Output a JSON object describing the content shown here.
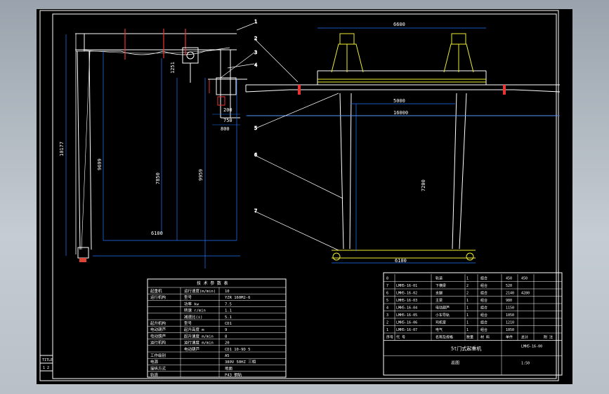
{
  "drawing": {
    "side_view": {
      "dims": {
        "total_height": "10177",
        "inner_height": "9699",
        "span_height": "7850",
        "right_height": "9959",
        "bottom_width": "6100",
        "top_1": "1251"
      },
      "small_dims": [
        "200",
        "750",
        "800"
      ]
    },
    "front_view": {
      "dims": {
        "top_span": "6600",
        "mid_1": "5000",
        "mid_2": "16000",
        "leg_height": "7200",
        "bottom_width": "6100"
      }
    },
    "callouts": [
      "1",
      "2",
      "3",
      "4",
      "5",
      "6",
      "7"
    ],
    "spec_table": {
      "title": "技 术 参 数 表",
      "rows": [
        {
          "a": "起重机",
          "b": "运行速度(m/min)",
          "c": "10"
        },
        {
          "a": "运行机构",
          "b": "型号",
          "c": "YZR 160M2-6"
        },
        {
          "a": "",
          "b": "功率 kw",
          "c": "7.5"
        },
        {
          "a": "",
          "b": "转速 r/min",
          "c": "1.1"
        },
        {
          "a": "",
          "b": "减速比(i)",
          "c": "5.1"
        },
        {
          "a": "起升机构",
          "b": "型号",
          "c": "CD1"
        },
        {
          "a": "电动葫芦",
          "b": "起升高度 m",
          "c": "9"
        },
        {
          "a": "电动葫芦",
          "b": "起升速度 m/min",
          "c": "8"
        },
        {
          "a": "运行机构",
          "b": "运行速度 m/min",
          "c": "20"
        },
        {
          "a": "",
          "b": "电动葫芦",
          "c": "CD1 10-9D 5"
        },
        {
          "a": "工作级别",
          "b": "",
          "c": "A5"
        },
        {
          "a": "电源",
          "b": "",
          "c": "380V 50HZ 三相"
        },
        {
          "a": "操纵方式",
          "b": "",
          "c": "地面"
        },
        {
          "a": "轨道",
          "b": "",
          "c": "P43 钢轨"
        }
      ]
    },
    "parts_table": {
      "rows": [
        {
          "no": "8",
          "code": "",
          "name": "轨道",
          "qty": "1",
          "mat": "组合",
          "w1": "450",
          "w2": "450"
        },
        {
          "no": "7",
          "code": "LMH5-16-01",
          "name": "下横梁",
          "qty": "2",
          "mat": "组合",
          "w1": "520",
          "w2": ""
        },
        {
          "no": "6",
          "code": "LMH5-16-02",
          "name": "支腿",
          "qty": "2",
          "mat": "组合",
          "w1": "2140",
          "w2": "4280"
        },
        {
          "no": "5",
          "code": "LMH5-16-03",
          "name": "主梁",
          "qty": "1",
          "mat": "组合",
          "w1": "980",
          "w2": ""
        },
        {
          "no": "4",
          "code": "LMH5-16-04",
          "name": "电动葫芦",
          "qty": "1",
          "mat": "组合",
          "w1": "1150",
          "w2": ""
        },
        {
          "no": "3",
          "code": "LMH5-16-05",
          "name": "小车导轨",
          "qty": "1",
          "mat": "组合",
          "w1": "1050",
          "w2": ""
        },
        {
          "no": "2",
          "code": "LMH5-16-06",
          "name": "司机室",
          "qty": "1",
          "mat": "组合",
          "w1": "1210",
          "w2": ""
        },
        {
          "no": "1",
          "code": "LMH5-16-07",
          "name": "电气",
          "qty": "1",
          "mat": "组合",
          "w1": "1050",
          "w2": ""
        }
      ],
      "header": {
        "no": "序号",
        "code": "代 号",
        "name": "名称及规格",
        "qty": "数量",
        "mat": "材 料",
        "w1": "单件",
        "w2": "总计",
        "note": "附 注"
      },
      "title_block": {
        "drawing_no": "LMH5-16-00",
        "name": "5t门式起重机",
        "sub": "总图",
        "scale": "1:50"
      }
    },
    "left_strip": [
      "TITLE",
      "1 2"
    ]
  }
}
